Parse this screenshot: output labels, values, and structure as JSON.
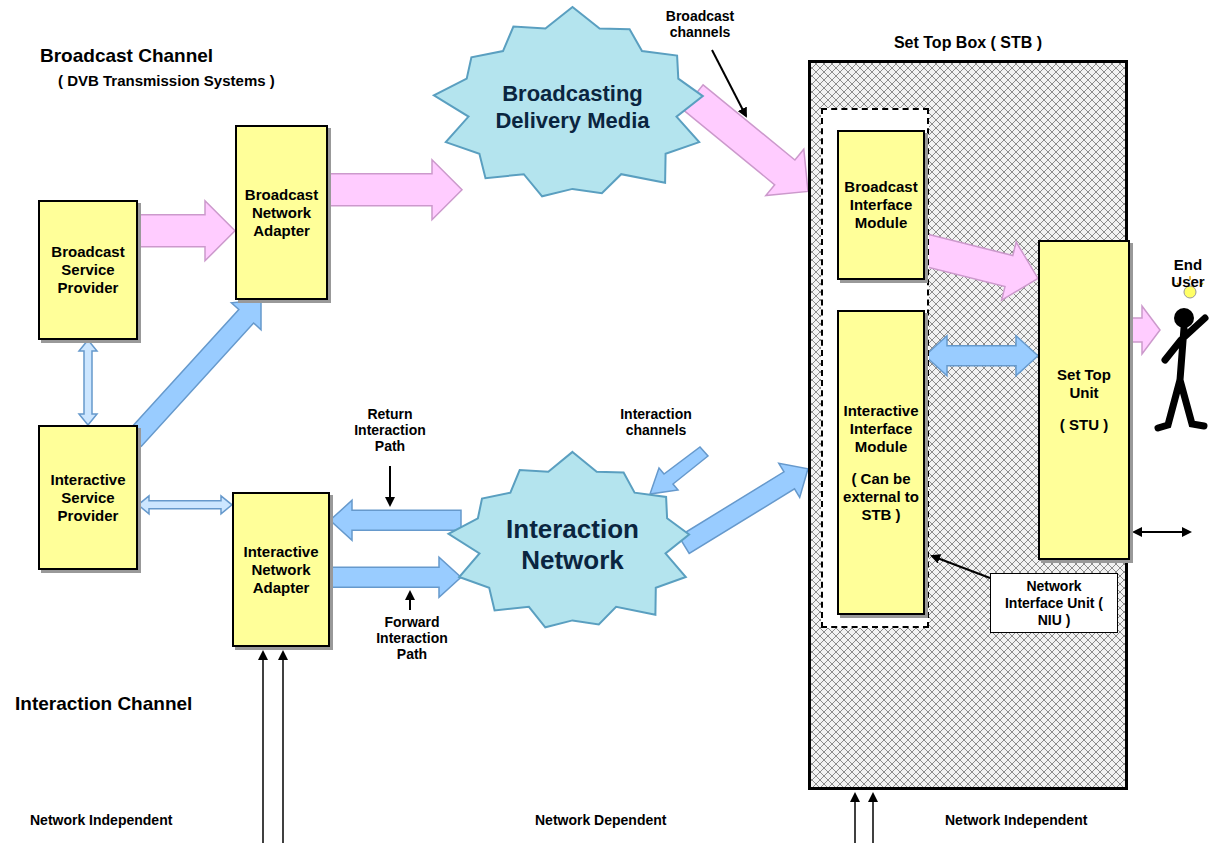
{
  "diagram": {
    "nodes": [
      {
        "text": [
          "Broadcast Service Provider"
        ]
      },
      {
        "text": [
          "Broadcast Network Adapter"
        ]
      },
      {
        "text": [
          "Broadcasting Delivery Media"
        ]
      },
      {
        "text": [
          "Set Top Box ( STB )"
        ]
      },
      {
        "text": [
          "Network Interface Unit ( NIU )"
        ],
        "in": 3
      },
      {
        "text": [
          "Broadcast Interface Module"
        ],
        "in": 4
      },
      {
        "text": [
          "Interactive Interface Module",
          "( Can be external to STB )"
        ],
        "in": 4
      },
      {
        "text": [
          "Set Top Unit",
          "( STU )"
        ],
        "in": 3
      },
      {
        "text": [
          "Interactive Service Provider"
        ]
      },
      {
        "text": [
          "Interactive Network Adapter"
        ]
      },
      {
        "text": [
          "Interaction Network"
        ]
      }
    ],
    "edges": [
      {
        "from": 0,
        "to": 1,
        "arrow": "to"
      },
      {
        "from": 1,
        "to": 2,
        "arrow": "to"
      },
      {
        "from": 2,
        "to": 3,
        "arrow": "to"
      },
      {
        "from": 5,
        "to": 7,
        "arrow": "to"
      },
      {
        "from": 0,
        "to": 8,
        "arrow": "both"
      },
      {
        "from": 8,
        "to": 1,
        "arrow": "to"
      },
      {
        "from": 8,
        "to": 9,
        "arrow": "both"
      },
      {
        "from": 10,
        "to": 9,
        "arrow": "to"
      },
      {
        "from": 9,
        "to": 10,
        "arrow": "to"
      },
      {
        "from": 10,
        "to": 3,
        "arrow": "to"
      },
      {
        "from": 6,
        "to": 7,
        "arrow": "both"
      }
    ],
    "labels": [
      "Broadcast Channel",
      "( DVB Transmission Systems )",
      "Broadcast channels",
      "End User",
      "Return Interaction Path",
      "Interaction channels",
      "Forward Interaction Path",
      "Interaction Channel",
      "Network Independent",
      "Network Dependent",
      "Network Independent"
    ]
  }
}
